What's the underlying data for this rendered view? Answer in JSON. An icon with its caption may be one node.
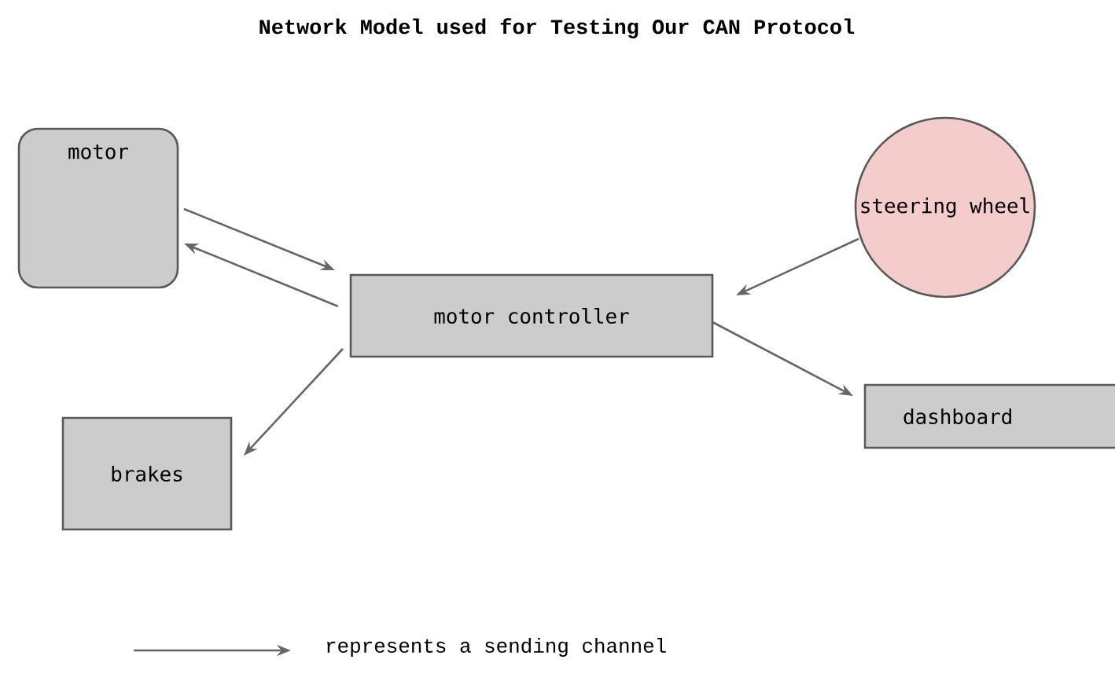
{
  "diagram": {
    "title": "Network Model used for Testing Our CAN Protocol",
    "nodes": [
      {
        "text": [
          "motor"
        ]
      },
      {
        "text": [
          "motor controller"
        ]
      },
      {
        "text": [
          "steering wheel"
        ]
      },
      {
        "text": [
          "brakes"
        ]
      },
      {
        "text": [
          "dashboard"
        ]
      }
    ],
    "edges": [
      {
        "from": 0,
        "to": 1,
        "arrow": "to"
      },
      {
        "from": 1,
        "to": 0,
        "arrow": "to"
      },
      {
        "from": 2,
        "to": 1,
        "arrow": "to"
      },
      {
        "from": 1,
        "to": 3,
        "arrow": "to"
      },
      {
        "from": 1,
        "to": 4,
        "arrow": "to"
      }
    ],
    "legend": [
      {
        "text": "represents a sending channel"
      }
    ]
  }
}
